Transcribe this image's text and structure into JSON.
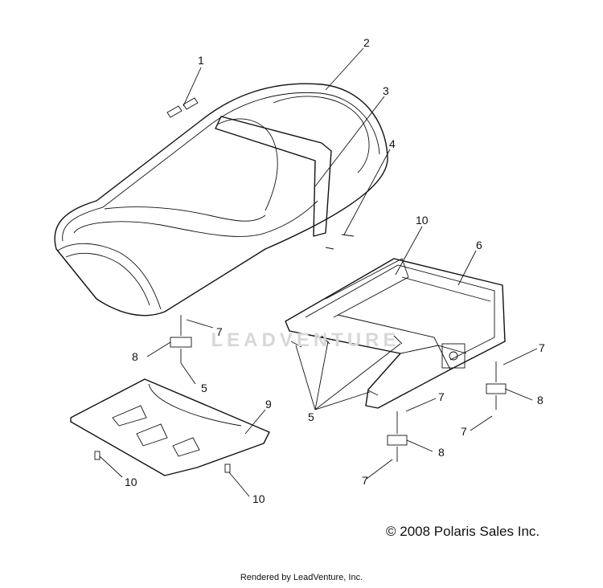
{
  "callouts": [
    {
      "id": "c1",
      "label": "1"
    },
    {
      "id": "c2",
      "label": "2"
    },
    {
      "id": "c3",
      "label": "3"
    },
    {
      "id": "c4",
      "label": "4"
    },
    {
      "id": "c10a",
      "label": "10"
    },
    {
      "id": "c6",
      "label": "6"
    },
    {
      "id": "c7a",
      "label": "7"
    },
    {
      "id": "c8a",
      "label": "8"
    },
    {
      "id": "c5a",
      "label": "5"
    },
    {
      "id": "c9",
      "label": "9"
    },
    {
      "id": "c5b",
      "label": "5"
    },
    {
      "id": "c7b",
      "label": "7"
    },
    {
      "id": "c8b",
      "label": "8"
    },
    {
      "id": "c7c",
      "label": "7"
    },
    {
      "id": "c7d",
      "label": "7"
    },
    {
      "id": "c8c",
      "label": "8"
    },
    {
      "id": "c7e",
      "label": "7"
    },
    {
      "id": "c10b",
      "label": "10"
    },
    {
      "id": "c10c",
      "label": "10"
    }
  ],
  "watermark": "LEADVENTURE",
  "copyright": "© 2008 Polaris Sales Inc.",
  "footer": "Rendered by LeadVenture, Inc."
}
